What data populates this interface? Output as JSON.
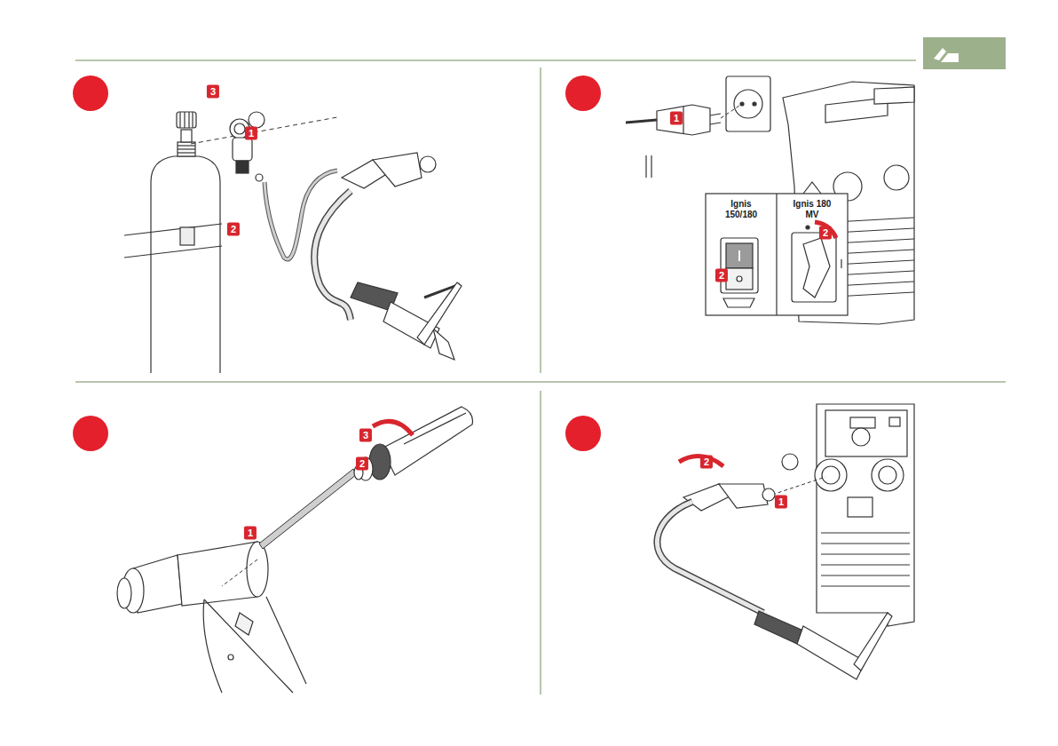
{
  "diagram": {
    "nodes": [
      {
        "text": [
          "Ignis 150/180"
        ]
      },
      {
        "text": [
          "Ignis 180 MV"
        ]
      }
    ],
    "labels": [
      "3",
      "1",
      "2",
      "1",
      "2",
      "2",
      "3",
      "2",
      "1",
      "1",
      "2"
    ]
  }
}
